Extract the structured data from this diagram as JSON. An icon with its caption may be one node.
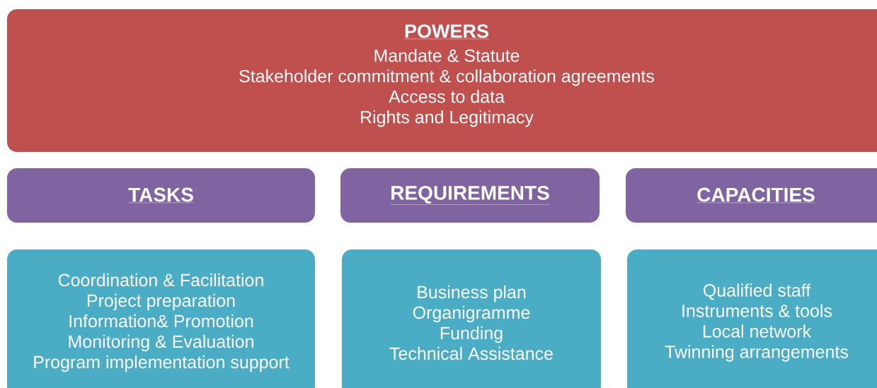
{
  "diagram": {
    "nodes": [
      {
        "text": [
          "POWERS",
          "Mandate & Statute",
          "Stakeholder commitment & collaboration agreements",
          "Access to data",
          "Rights and Legitimacy"
        ]
      },
      {
        "text": [
          "TASKS"
        ]
      },
      {
        "text": [
          "REQUIREMENTS"
        ]
      },
      {
        "text": [
          "CAPACITIES"
        ]
      },
      {
        "text": [
          "Coordination & Facilitation",
          "Project preparation",
          "Information& Promotion",
          "Monitoring & Evaluation",
          "Program implementation support"
        ]
      },
      {
        "text": [
          "Business plan",
          "Organigramme",
          "Funding",
          "Technical Assistance"
        ]
      },
      {
        "text": [
          "Qualified staff",
          "Instruments & tools",
          "Local network",
          "Twinning arrangements"
        ]
      }
    ],
    "edges": []
  }
}
